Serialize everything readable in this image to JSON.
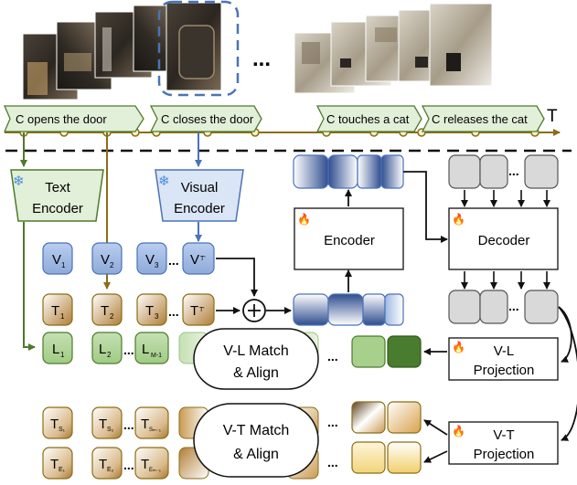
{
  "timeline": {
    "axis_label": "T",
    "ellipsis": "...",
    "events": [
      "C opens the door",
      "C closes the door",
      "C touches a cat",
      "C releases the cat"
    ]
  },
  "text_encoder": {
    "line1": "Text",
    "line2": "Encoder",
    "icon": "snowflake-icon"
  },
  "visual_encoder": {
    "line1": "Visual",
    "line2": "Encoder",
    "icon": "snowflake-icon"
  },
  "encoder": {
    "label": "Encoder",
    "icon": "fire-icon"
  },
  "decoder": {
    "label": "Decoder",
    "icon": "fire-icon"
  },
  "vl_projection": {
    "line1": "V-L",
    "line2": "Projection",
    "icon": "fire-icon"
  },
  "vt_projection": {
    "line1": "V-T",
    "line2": "Projection",
    "icon": "fire-icon"
  },
  "vl_match": {
    "line1": "V-L Match",
    "line2": "& Align"
  },
  "vt_match": {
    "line1": "V-T Match",
    "line2": "& Align"
  },
  "tokens": {
    "v": [
      {
        "base": "V",
        "sub": "1"
      },
      {
        "base": "V",
        "sub": "2"
      },
      {
        "base": "V",
        "sub": "3"
      },
      {
        "base": "V",
        "sub": "T'"
      }
    ],
    "t": [
      {
        "base": "T",
        "sub": "1"
      },
      {
        "base": "T",
        "sub": "2"
      },
      {
        "base": "T",
        "sub": "3"
      },
      {
        "base": "T",
        "sub": "T'"
      }
    ],
    "l": [
      {
        "base": "L",
        "sub": "1"
      },
      {
        "base": "L",
        "sub": "2"
      },
      {
        "base": "L",
        "sub": "M-1"
      }
    ],
    "ts": [
      {
        "base": "T",
        "sub": "S₁"
      },
      {
        "base": "T",
        "sub": "S₂"
      },
      {
        "base": "T",
        "sub": "Sₘ₋₁"
      }
    ],
    "te": [
      {
        "base": "T",
        "sub": "E₁"
      },
      {
        "base": "T",
        "sub": "E₂"
      },
      {
        "base": "T",
        "sub": "Eₘ₋₁"
      }
    ]
  },
  "colors": {
    "timeline": "#8c6d14",
    "text_green_fill": "#e2efd9",
    "text_green_stroke": "#4e7a2c",
    "visual_blue_fill": "#dae5f5",
    "visual_blue_stroke": "#4a73b8",
    "token_blue": "#9fb8e0",
    "token_brown": "#b98a47",
    "token_green": "#a8d08d",
    "token_green_dark": "#4a7c2f",
    "gray_token": "#d9d9d9",
    "navy": "#2f4d8f"
  }
}
